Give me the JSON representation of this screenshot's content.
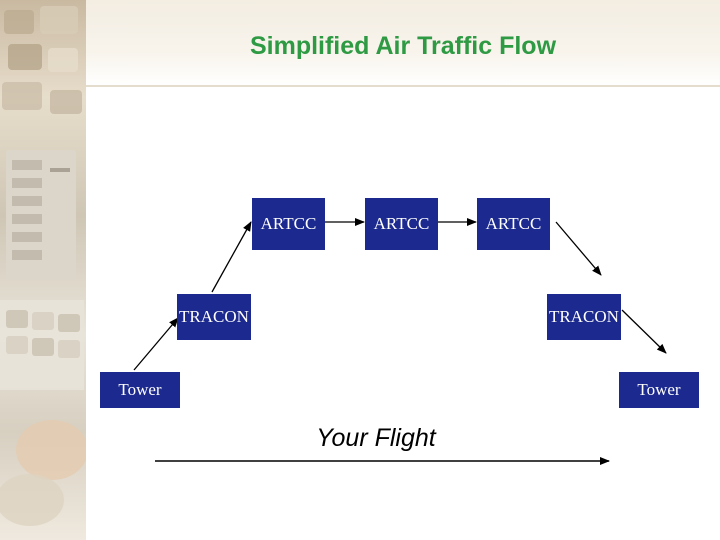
{
  "title": "Simplified Air Traffic Flow",
  "nodes": {
    "artcc_1": "ARTCC",
    "artcc_2": "ARTCC",
    "artcc_3": "ARTCC",
    "tracon_1": "TRACON",
    "tracon_2": "TRACON",
    "tower_1": "Tower",
    "tower_2": "Tower"
  },
  "flight_label": "Your Flight",
  "colors": {
    "title": "#2e9a43",
    "node_fill": "#1c2a8f",
    "node_text": "#ffffff",
    "arrow": "#000000"
  }
}
